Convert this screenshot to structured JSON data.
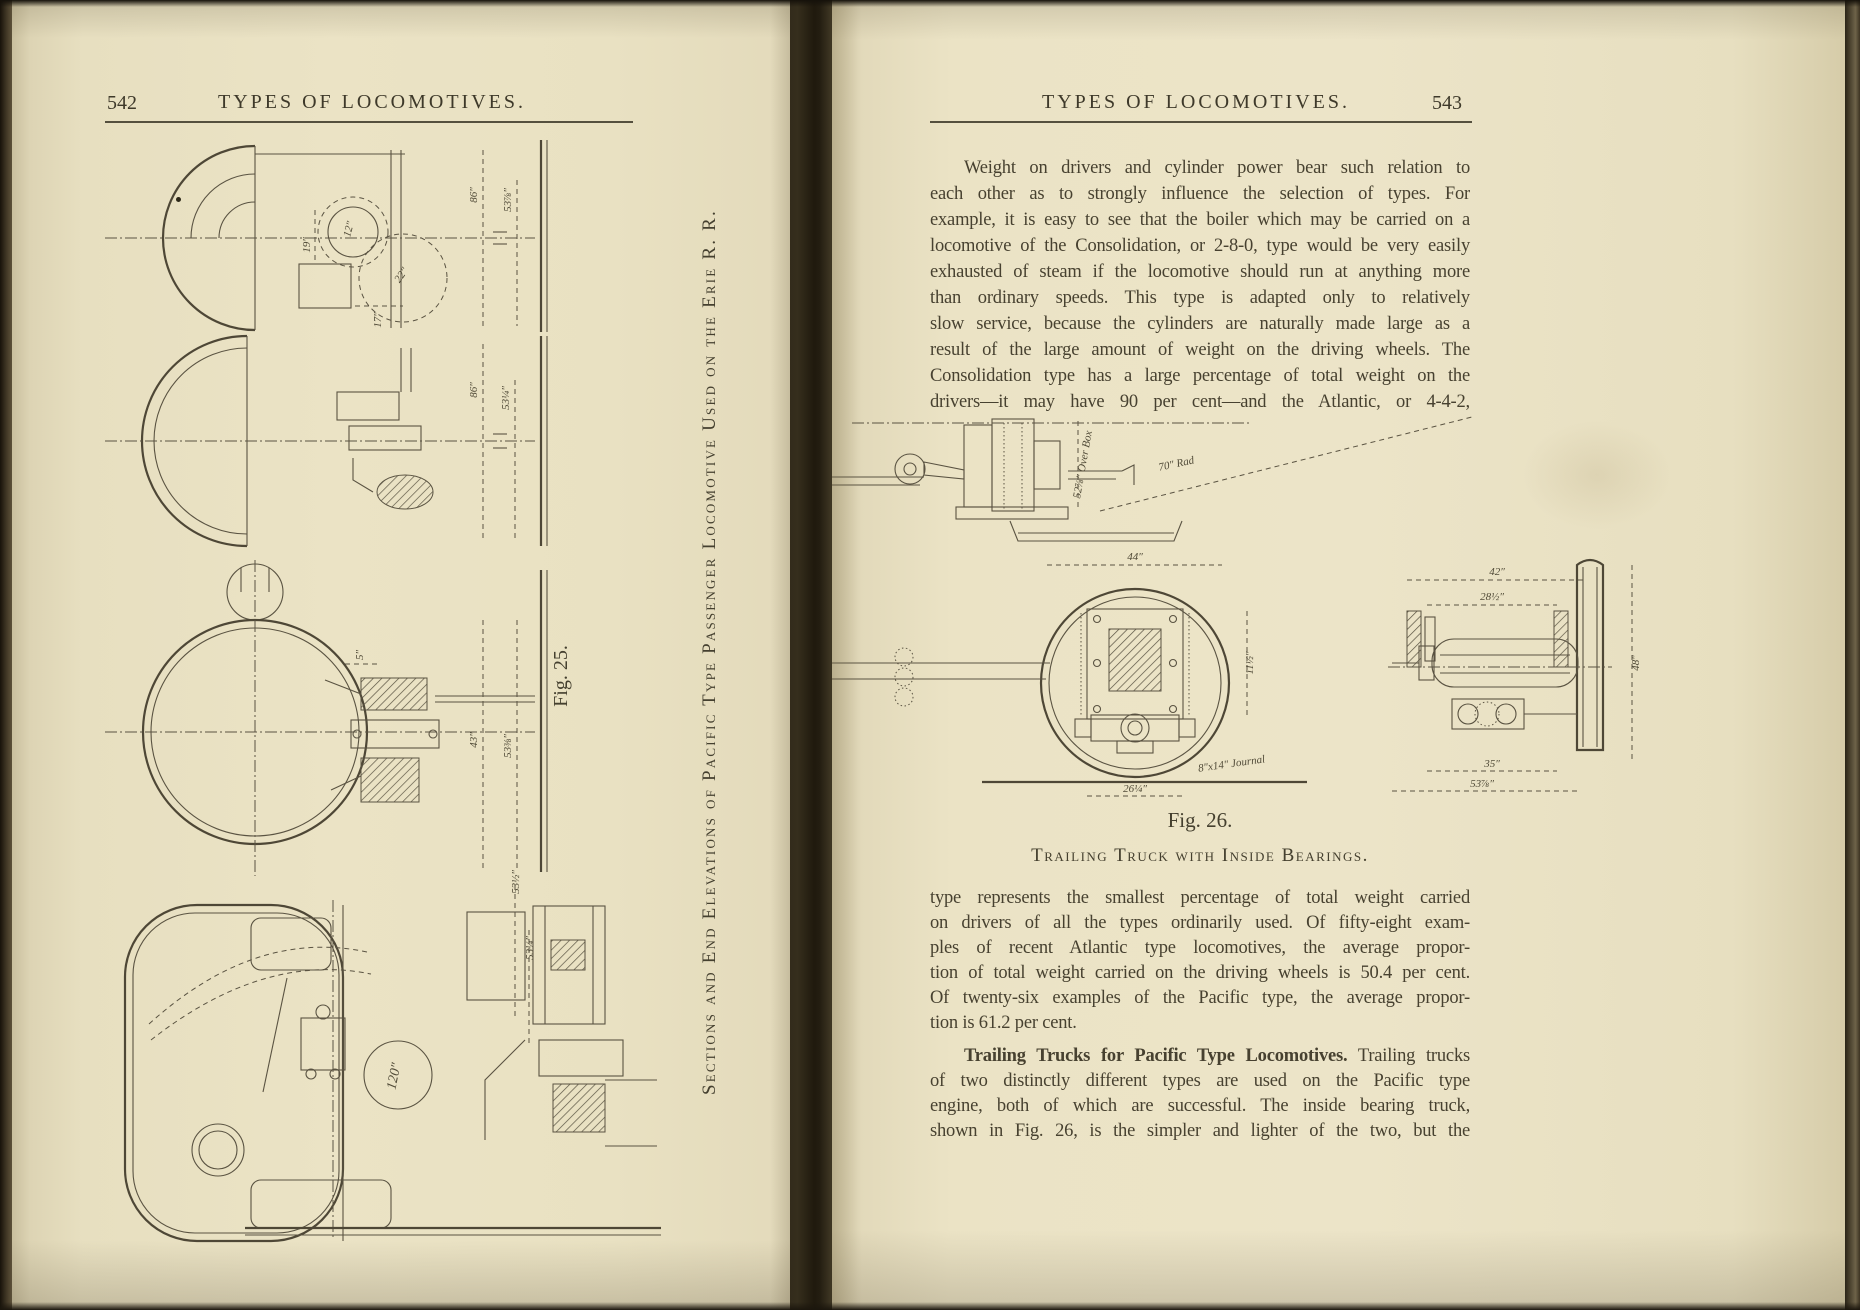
{
  "left_page": {
    "page_number": "542",
    "running_title": "TYPES OF LOCOMOTIVES.",
    "fig_label": "Fig. 25.",
    "side_caption": "Sections and End Elevations of Pacific Type Passenger Locomotive Used on the Erie R. R.",
    "dims": {
      "v1_a": "86″",
      "v1_b": "53⅞″",
      "v1_c": "19″",
      "v1_d": "12″",
      "v1_e": "22″",
      "v1_f": "17″",
      "v2_a": "86″",
      "v2_b": "53¼″",
      "v3_a": "43″",
      "v3_b": "53⅜″",
      "v3_c": "5″",
      "v4_a": "120″",
      "v4_b": "53½″",
      "v4_c": "53¼″"
    }
  },
  "right_page": {
    "page_number": "543",
    "running_title": "TYPES OF LOCOMOTIVES.",
    "para1": [
      "Weight on drivers and cylinder power bear such relation to",
      "each other as to strongly influence the selection of types. For",
      "example, it is easy to see that the boiler which may be carried on a",
      "locomotive of the Consolidation, or 2-8-0, type would be very easily",
      "exhausted of steam if the locomotive should run at anything more",
      "than ordinary speeds. This type is adapted only to relatively",
      "slow service, because the cylinders are naturally made large as a",
      "result of the large amount of weight on the driving wheels. The",
      "Consolidation type has a large percentage of total weight on the",
      "drivers—it may have 90 per cent—and the Atlantic, or 4-4-2,"
    ],
    "fig": {
      "label": "Fig. 26.",
      "caption": "Trailing Truck with Inside Bearings.",
      "dims": {
        "over_box": "52⅞″ Over Box",
        "rad": "70″ Rad",
        "front_width": "44″",
        "front_side": "11½″",
        "journal": "8″x14″ Journal",
        "front_bottom": "26¼″",
        "side_top": "42″",
        "side_inner": "28½″",
        "side_lower": "35″",
        "side_bottom": "53⅞″",
        "side_height": "48″"
      }
    },
    "para2": [
      "type represents the smallest percentage of total weight carried",
      "on drivers of all the types ordinarily used. Of fifty-eight exam-",
      "ples of recent Atlantic type locomotives, the average propor-",
      "tion of total weight carried on the driving wheels is 50.4 per cent.",
      "Of twenty-six examples of the Pacific type, the average propor-",
      "tion is 61.2 per cent."
    ],
    "para3_bold": "Trailing Trucks for Pacific Type Locomotives.",
    "para3": [
      "Trailing trucks",
      "of two distinctly different types are used on the Pacific type",
      "engine, both of which are successful. The inside bearing truck,",
      "shown in Fig. 26, is the simpler and lighter of the two, but the"
    ]
  }
}
